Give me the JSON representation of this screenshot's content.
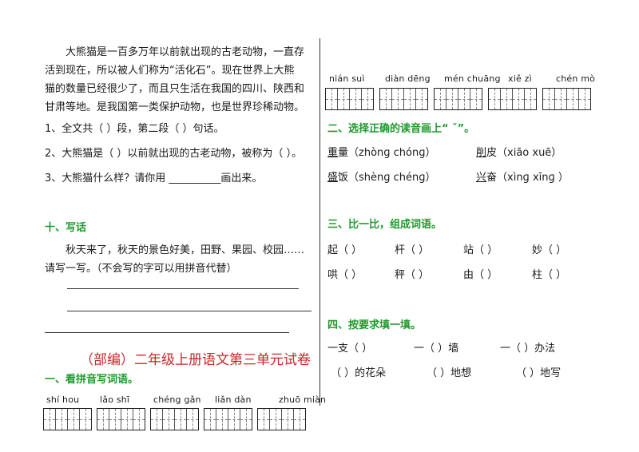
{
  "passage": {
    "line1": "大熊猫是一百多万年以前就出现的古老动物，一直存",
    "line2": "活到现在，所以被人们称为“活化石”。现在世界上大熊",
    "line3": "猫的数量已经很少了，而且只生活在我国的四川、陕西和",
    "line4": "甘肃等地。是我国第一类保护动物，也是世界珍稀动物。"
  },
  "questions": {
    "q1": "1、全文共（    ）段，第二段（    ）句话。",
    "q2": "2、大熊猫是（   ）以前就出现的古老动物，被称为（ ）。",
    "q3": "3、大熊猫什么样？请你用 __________画出来。"
  },
  "section10": {
    "title": "十、写话",
    "prompt1": "秋天来了，秋天的景色好美，田野、果园、校园……",
    "prompt2": "请写一写。（不会写的字可以用拼音代替）"
  },
  "exam_title": "（部编）二年级上册语文第三单元试卷",
  "section1": {
    "title": "一、看拼音写词语。",
    "pinyin": [
      "shí hou",
      "lǎo shī",
      "chéng gǎn",
      "liǎn dàn",
      "zhuō miàn"
    ]
  },
  "right_pinyin": [
    "nián suì",
    "diàn dēng",
    "mén chuāng",
    "xiě zì",
    "chén mò"
  ],
  "section2": {
    "title": "二、选择正确的读音画上“ ˇ”。",
    "item1_word": "重",
    "item1_rest": "量（zhònɡ   chónɡ）",
    "item2_word": "削",
    "item2_rest": "皮（xiāo   xuē）",
    "item3_word": "盛",
    "item3_rest": "饭（shènɡ  chénɡ）",
    "item4_word": "兴",
    "item4_rest": "奋（xìnɡ   xīnɡ ）"
  },
  "section3": {
    "title": "三、比一比，组成词语。",
    "row1": [
      "起（        ）",
      "杆（        ）",
      "站（        ）",
      "妙（        ）"
    ],
    "row2": [
      "哄（        ）",
      "秤（        ）",
      "由（        ）",
      "柱（        ）"
    ]
  },
  "section4": {
    "title": "四、按要求填一填。",
    "row1": [
      "一支（        ）",
      "一（        ）墙",
      "一（        ）办法"
    ],
    "row2": [
      "（        ）的花朵",
      "（        ）地想",
      "（        ）地写"
    ]
  }
}
